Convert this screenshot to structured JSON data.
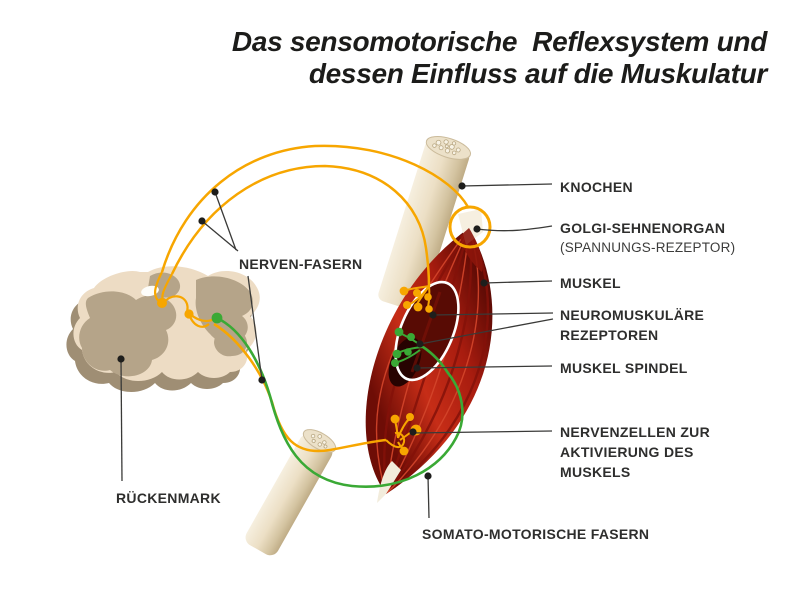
{
  "title": {
    "line1": "Das sensomotorische  Reflexsystem und",
    "line2": "dessen Einfluss auf die Muskulatur"
  },
  "labels": {
    "knochen": "KNOCHEN",
    "golgi": "GOLGI-SEHNENORGAN",
    "golgi_sub": "(SPANNUNGS-REZEPTOR)",
    "muskel": "MUSKEL",
    "neuro_1": "NEUROMUSKULÄRE",
    "neuro_2": "REZEPTOREN",
    "spindel": "MUSKEL SPINDEL",
    "nervenzellen_1": "NERVENZELLEN ZUR",
    "nervenzellen_2": "AKTIVIERUNG DES",
    "nervenzellen_3": "MUSKELS",
    "somato": "SOMATO-MOTORISCHE FASERN",
    "rueckenmark": "RÜCKENMARK",
    "nervenfasern": "NERVEN-FASERN"
  },
  "colors": {
    "nerve_yellow": "#F7A600",
    "nerve_green": "#3AA935",
    "muscle_red": "#B3200F",
    "muscle_dark": "#84120A",
    "bone_beige": "#ECE1C9",
    "cord_beige": "#EDDCC4",
    "cord_gray": "#B5A489",
    "leader_line": "#3A3A38",
    "text_dark": "#1D1D1B"
  },
  "icons": {
    "anchor_dot": "black circle marker on leader lines",
    "synapse_dot": "round nerve synapse knob"
  }
}
